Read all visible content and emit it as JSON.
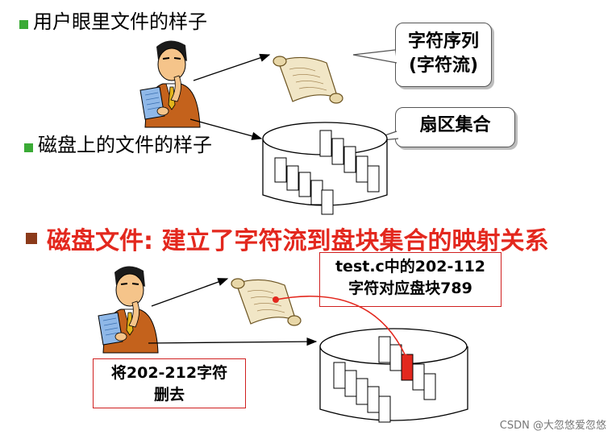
{
  "section1": {
    "text": "用户眼里文件的样子",
    "bullet_color": "#3aaa35"
  },
  "section2": {
    "text": "磁盘上的文件的样子",
    "bullet_color": "#3aaa35"
  },
  "callout_stream": {
    "line1": "字符序列",
    "line2": "(字符流)"
  },
  "callout_sectors": {
    "text": "扇区集合"
  },
  "mapping_heading": {
    "text": "磁盘文件: 建立了字符流到盘块集合的映射关系",
    "color": "#e3281e",
    "bullet_color": "#8b3a1a"
  },
  "mapping_box": {
    "line1": "test.c中的202-112",
    "line2": "字符对应盘块789"
  },
  "delete_box": {
    "line1": "将202-212字符",
    "line2": "删去"
  },
  "watermark": {
    "text": "CSDN @大忽悠爱忽悠"
  }
}
